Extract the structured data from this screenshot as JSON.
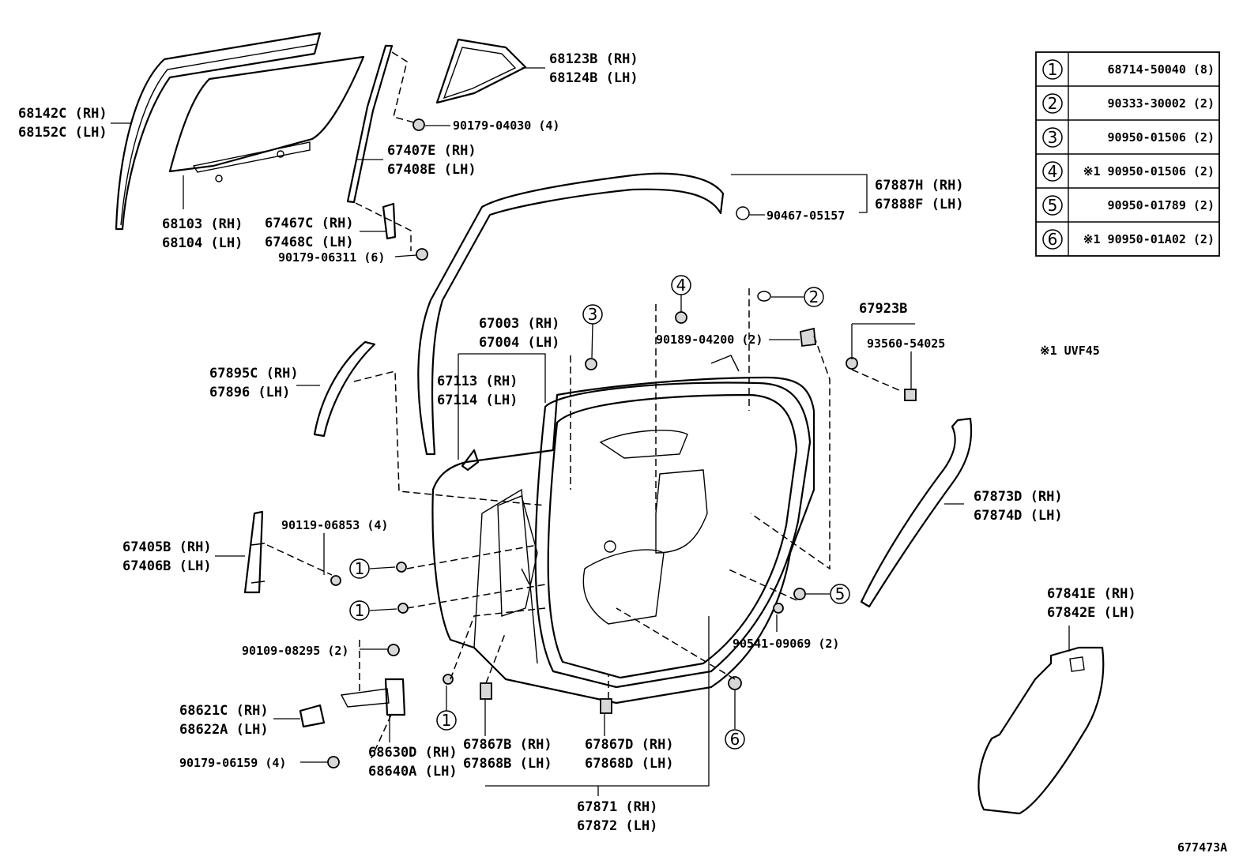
{
  "labels": {
    "l68142": [
      "68142C (RH)",
      "68152C (LH)"
    ],
    "l68103": [
      "68103 (RH)",
      "68104 (LH)"
    ],
    "l68123": [
      "68123B (RH)",
      "68124B (LH)"
    ],
    "l90179_04030": "90179-04030 (4)",
    "l67407": [
      "67407E (RH)",
      "67408E (LH)"
    ],
    "l67467": [
      "67467C (RH)",
      "67468C (LH)"
    ],
    "l90179_06311": "90179-06311 (6)",
    "l67887": [
      "67887H (RH)",
      "67888F (LH)"
    ],
    "l90467": "90467-05157",
    "l67895": [
      "67895C (RH)",
      "67896 (LH)"
    ],
    "l67003": [
      "67003 (RH)",
      "67004 (LH)"
    ],
    "l67113": [
      "67113 (RH)",
      "67114 (LH)"
    ],
    "l90189": "90189-04200 (2)",
    "l67923": "67923B",
    "l93560": "93560-54025",
    "l90119": "90119-06853 (4)",
    "l67405": [
      "67405B (RH)",
      "67406B (LH)"
    ],
    "l67873": [
      "67873D (RH)",
      "67874D (LH)"
    ],
    "l67841": [
      "67841E (RH)",
      "67842E (LH)"
    ],
    "l90109": "90109-08295 (2)",
    "l68621": [
      "68621C (RH)",
      "68622A (LH)"
    ],
    "l90179_06159": "90179-06159 (4)",
    "l68630": [
      "68630D (RH)",
      "68640A (LH)"
    ],
    "l67867B": [
      "67867B (RH)",
      "67868B (LH)"
    ],
    "l67867D": [
      "67867D (RH)",
      "67868D (LH)"
    ],
    "l67871": [
      "67871 (RH)",
      "67872 (LH)"
    ],
    "l90541": "90541-09069 (2)",
    "note": "※1 UVF45",
    "figure_id": "677473A"
  },
  "callouts": [
    "1",
    "1",
    "1",
    "2",
    "3",
    "4",
    "5",
    "6"
  ],
  "legend": {
    "rows": [
      {
        "num": "1",
        "part": "68714-50040 (8)"
      },
      {
        "num": "2",
        "part": "90333-30002 (2)"
      },
      {
        "num": "3",
        "part": "90950-01506 (2)"
      },
      {
        "num": "4",
        "part": "※1 90950-01506 (2)"
      },
      {
        "num": "5",
        "part": "90950-01789 (2)"
      },
      {
        "num": "6",
        "part": "※1 90950-01A02 (2)"
      }
    ]
  }
}
